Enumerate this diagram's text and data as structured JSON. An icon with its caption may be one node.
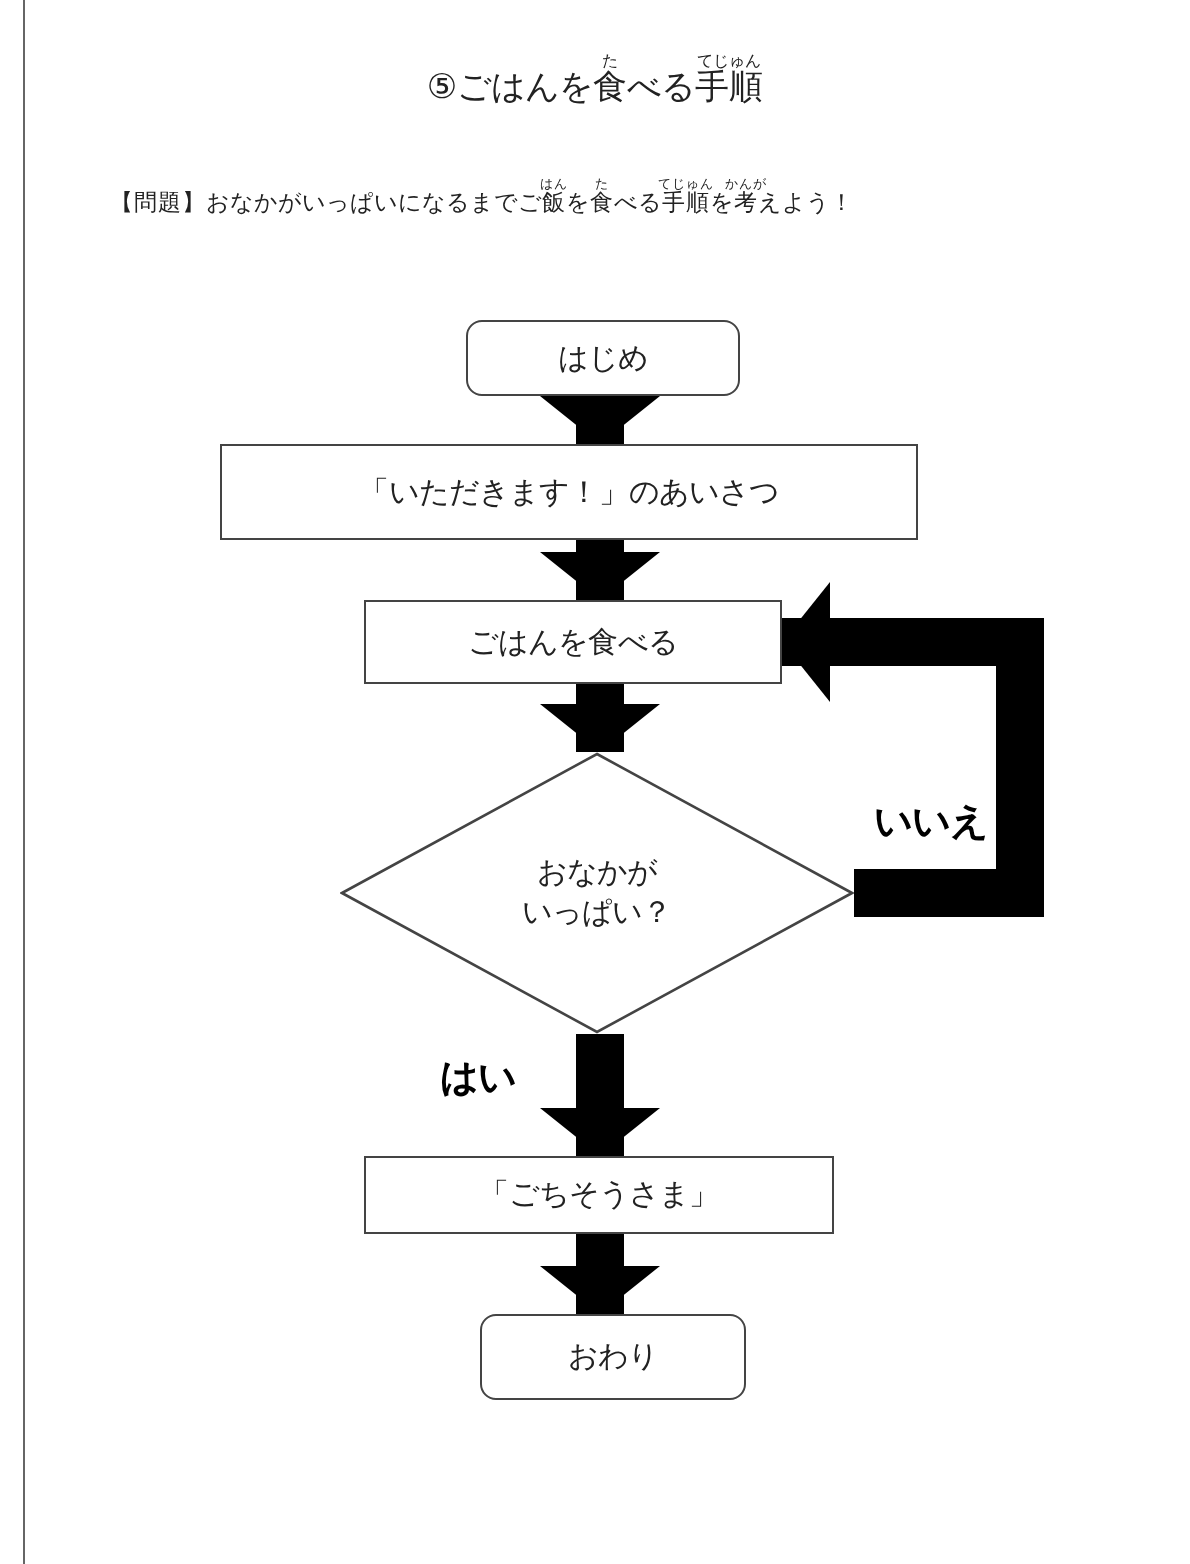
{
  "diagram": {
    "title": "⑤ごはんを食べる手順",
    "nodes": [
      {
        "text": [
          "はじめ"
        ]
      },
      {
        "text": [
          "「いただきます！」のあいさつ"
        ]
      },
      {
        "text": [
          "ごはんを食べる"
        ]
      },
      {
        "text": [
          "おなかがいっぱい？"
        ]
      },
      {
        "text": [
          "「ごちそうさま」"
        ]
      },
      {
        "text": [
          "おわり"
        ]
      }
    ],
    "edges": [
      {
        "from": 0,
        "to": 1,
        "arrow": "to"
      },
      {
        "from": 1,
        "to": 2,
        "arrow": "to"
      },
      {
        "from": 2,
        "to": 3,
        "arrow": "to"
      },
      {
        "from": 3,
        "to": 2,
        "arrow": "to",
        "label": "いいえ"
      },
      {
        "from": 3,
        "to": 4,
        "arrow": "to",
        "label": "はい"
      },
      {
        "from": 4,
        "to": 5,
        "arrow": "to"
      }
    ],
    "labels": [
      "た",
      "てじゅん",
      "【問題】おなかがいっぱいになるまでご飯を食べる手順を考えよう！",
      "はん",
      "た",
      "てじゅん",
      "かんが"
    ]
  }
}
